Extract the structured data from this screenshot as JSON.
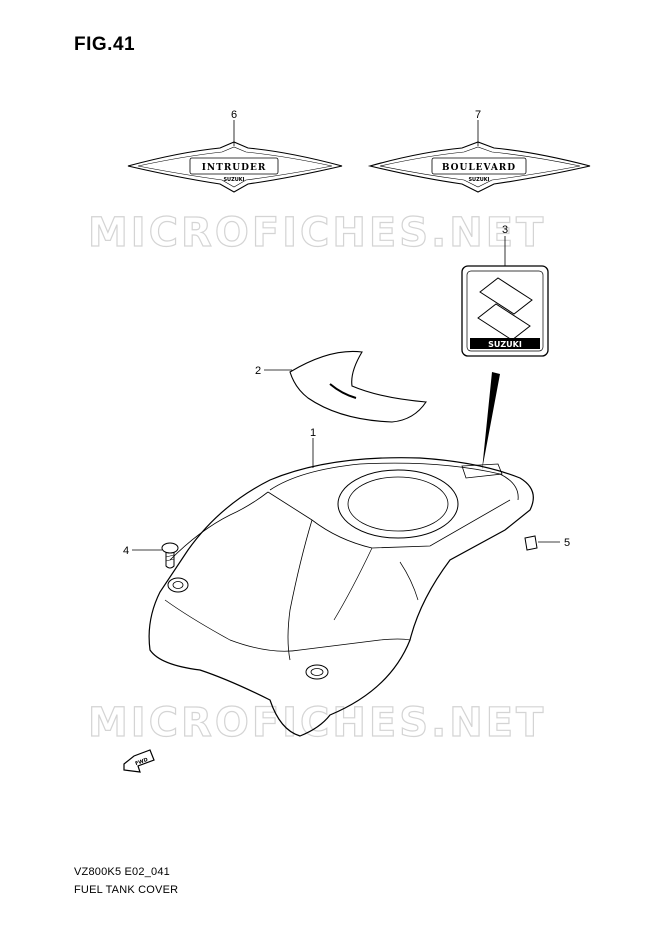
{
  "figure": {
    "title": "FIG.41"
  },
  "footer": {
    "model_code": "VZ800K5 E02_041",
    "caption": "FUEL TANK COVER"
  },
  "watermark": {
    "text": "MICROFICHES.NET"
  },
  "callouts": [
    {
      "number": "1"
    },
    {
      "number": "2"
    },
    {
      "number": "3"
    },
    {
      "number": "4"
    },
    {
      "number": "5"
    },
    {
      "number": "6"
    },
    {
      "number": "7"
    }
  ],
  "emblems": {
    "intruder": {
      "text": "INTRUDER",
      "sub": "SUZUKI"
    },
    "boulevard": {
      "text": "BOULEVARD",
      "sub": "SUZUKI"
    },
    "suzuki_badge": {
      "text": "SUZUKI"
    }
  },
  "fwd_arrow": {
    "text": "FWD"
  }
}
